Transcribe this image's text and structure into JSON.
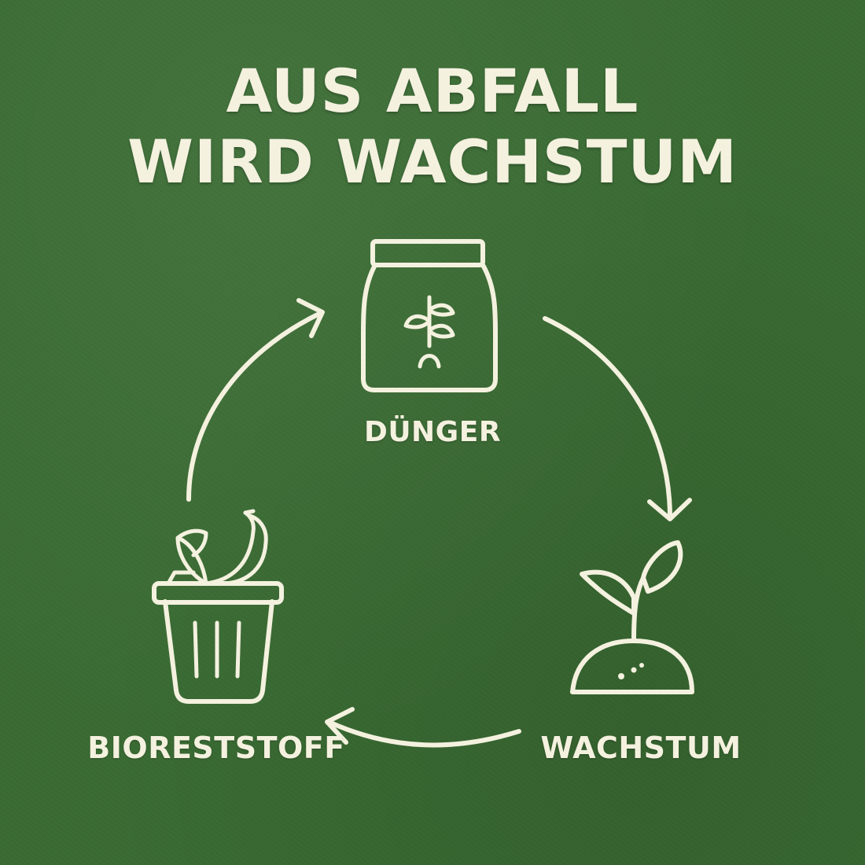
{
  "title": {
    "line1": "AUS ABFALL",
    "line2": "WIRD WACHSTUM"
  },
  "nodes": [
    {
      "id": "duenger",
      "label": "DÜNGER",
      "icon": "fertilizer-bag-icon"
    },
    {
      "id": "wachstum",
      "label": "WACHSTUM",
      "icon": "seedling-icon"
    },
    {
      "id": "bioreststoff",
      "label": "BIORESTSTOFF",
      "icon": "organic-waste-bin-icon"
    }
  ],
  "cycle_order": [
    "duenger",
    "wachstum",
    "bioreststoff"
  ],
  "colors": {
    "background": "#3a6b33",
    "foreground": "#f4f1df"
  }
}
